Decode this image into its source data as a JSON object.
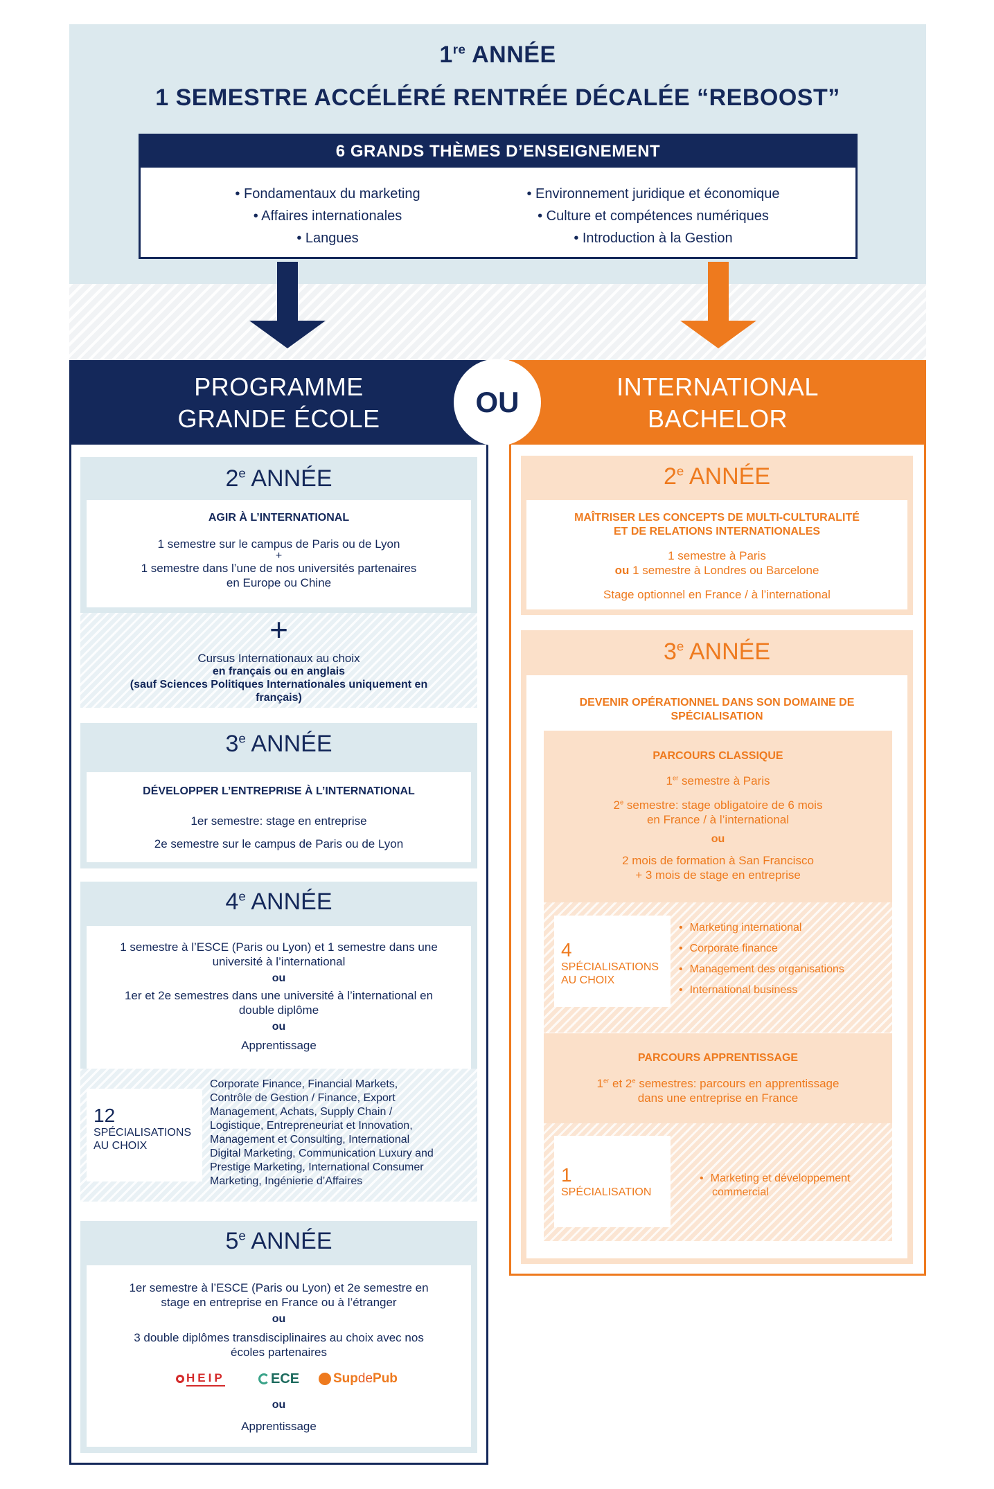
{
  "header": {
    "year_num": "1",
    "year_sup": "re",
    "year_word": "ANNÉE",
    "subtitle": "1 SEMESTRE ACCÉLÉRÉ RENTRÉE DÉCALÉE “REBOOST”",
    "themes_title": "6 GRANDS THÈMES D’ENSEIGNEMENT",
    "themes_left": [
      "• Fondamentaux du marketing",
      "• Affaires internationales",
      "• Langues"
    ],
    "themes_right": [
      "• Environnement juridique et économique",
      "• Culture et compétences numériques",
      "• Introduction à la Gestion"
    ]
  },
  "ou": "OU",
  "pge": {
    "title_line1": "PROGRAMME",
    "title_line2": "GRANDE ÉCOLE",
    "y2": {
      "num": "2",
      "sup": "e",
      "word": " ANNÉE",
      "heading": "AGIR À L’INTERNATIONAL",
      "l1": "1 semestre sur le campus de Paris ou de Lyon",
      "plus_small": "+",
      "l2": "1 semestre dans l’une de nos universités partenaires",
      "l3": "en Europe ou Chine",
      "plus_big": "+",
      "c1": "Cursus Internationaux au choix",
      "c2": "en français ou en anglais",
      "c3": "(sauf Sciences Politiques Internationales uniquement en",
      "c4": "français)"
    },
    "y3": {
      "num": "3",
      "sup": "e",
      "word": " ANNÉE",
      "heading": "DÉVELOPPER L’ENTREPRISE À L’INTERNATIONAL",
      "l1": "1er semestre: stage en entreprise",
      "l2": "2e semestre sur le campus de Paris ou de Lyon"
    },
    "y4": {
      "num": "4",
      "sup": "e",
      "word": " ANNÉE",
      "l1": "1 semestre à l’ESCE (Paris ou Lyon) et 1 semestre dans une",
      "l2": "université à l’international",
      "ou1": "ou",
      "l3": "1er et 2e semestres dans une université  à l’international en",
      "l4": "double diplôme",
      "ou2": "ou",
      "l5": "Apprentissage",
      "spec_num": "12",
      "spec_l1": "SPÉCIALISATIONS",
      "spec_l2": "AU CHOIX",
      "spec_list": [
        "Corporate Finance, Financial Markets,",
        "Contrôle de Gestion / Finance, Export",
        "Management, Achats, Supply Chain /",
        "Logistique, Entrepreneuriat et Innovation,",
        "Management et Consulting, International",
        "Digital Marketing,  Communication Luxury and",
        "Prestige Marketing, International Consumer",
        "Marketing, Ingénierie d’Affaires"
      ]
    },
    "y5": {
      "num": "5",
      "sup": "e",
      "word": " ANNÉE",
      "l1": "1er semestre à l’ESCE (Paris ou Lyon) et 2e semestre en",
      "l2": "stage en entreprise en France ou à l’étranger",
      "ou1": "ou",
      "l3": "3 double diplômes transdisciplinaires  au choix avec nos",
      "l4": "écoles partenaires",
      "logo1": "HEIP",
      "logo2": "ECE",
      "logo3a": "Sup",
      "logo3b": "de",
      "logo3c": "Pub",
      "ou2": "ou",
      "l5": "Apprentissage"
    }
  },
  "ib": {
    "title_line1": "INTERNATIONAL",
    "title_line2": "BACHELOR",
    "y2": {
      "num": "2",
      "sup": "e",
      "word": " ANNÉE",
      "h1": "MAÎTRISER LES CONCEPTS DE MULTI-CULTURALITÉ",
      "h2": "ET DE RELATIONS INTERNATIONALES",
      "l1": "1 semestre à Paris",
      "ou": "ou",
      "l2": " 1 semestre à Londres ou Barcelone",
      "l3": "Stage optionnel en France / à l’international"
    },
    "y3": {
      "num": "3",
      "sup": "e",
      "word": " ANNÉE",
      "h1": "DEVENIR OPÉRATIONNEL DANS SON DOMAINE DE",
      "h2": "SPÉCIALISATION",
      "classique": {
        "title": "PARCOURS CLASSIQUE",
        "s1_sup": "er",
        "s1_num": "1",
        "s1_rest": " semestre à Paris",
        "s2_num": "2",
        "s2_sup": "e",
        "s2_rest": " semestre: stage obligatoire de 6 mois",
        "s2_l2": "en France / à l’international",
        "ou": "ou",
        "l3": "2 mois de formation à San Francisco",
        "l4": "+ 3 mois de stage en entreprise",
        "spec_num": "4",
        "spec_l1": "SPÉCIALISATIONS",
        "spec_l2": "AU CHOIX",
        "spec_list": [
          "Marketing international",
          "Corporate finance",
          "Management des organisations",
          "International business"
        ]
      },
      "apprentissage": {
        "title": "PARCOURS APPRENTISSAGE",
        "n1": "1",
        "sup1": "er",
        "et": " et ",
        "n2": "2",
        "sup2": "e",
        "rest": " semestres: parcours en apprentissage",
        "l2": "dans une entreprise en France",
        "spec_num": "1",
        "spec_l1": "SPÉCIALISATION",
        "spec_list_l1": "Marketing et développement",
        "spec_list_l2": "commercial"
      }
    }
  },
  "colors": {
    "navy": "#14285a",
    "orange": "#ee7a1e",
    "light_blue": "#dce9ee",
    "light_orange": "#fbe0c9"
  }
}
